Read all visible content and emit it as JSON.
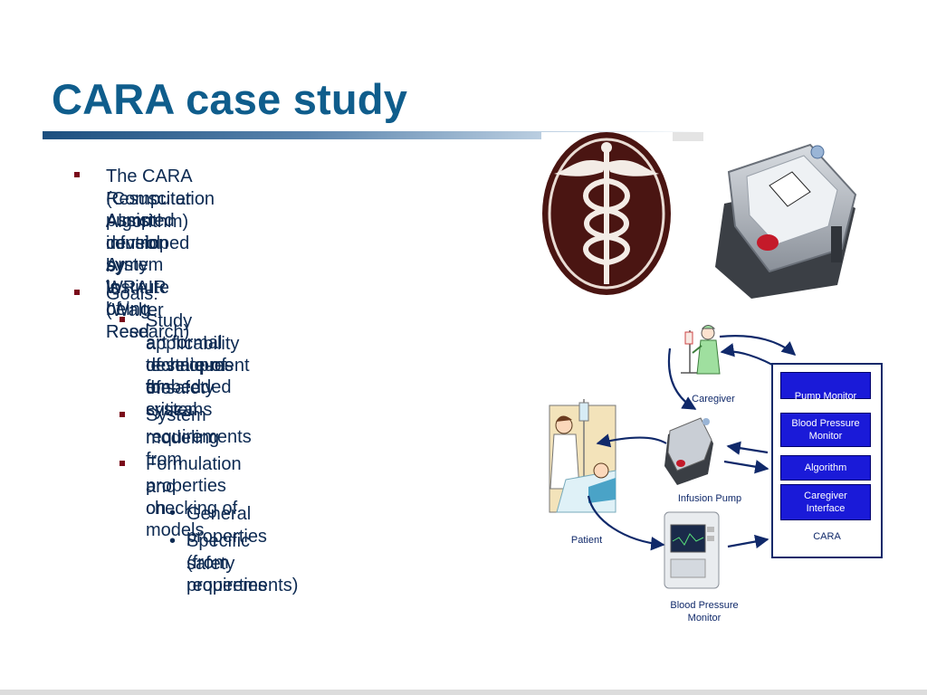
{
  "slide": {
    "title": "CARA case study",
    "bullets": [
      {
        "level": 1,
        "lines": [
          "The CARA (Computer Assisted",
          "Resuscitation Algorithm) infusion",
          "pump control system is being",
          "developed by WRAIR (Walter Reed",
          "Army Institute of Research)"
        ]
      },
      {
        "level": 1,
        "lines": [
          "Goals:"
        ]
      },
      {
        "level": 2,
        "lines": [
          "Study applicability of state-of-the-",
          "art formal techniques for",
          "development of safety critical",
          "embedded systems"
        ]
      },
      {
        "level": 2,
        "lines": [
          "System modeling from",
          "requirements"
        ]
      },
      {
        "level": 2,
        "lines": [
          "Formulation and checking of",
          "properties on models"
        ]
      },
      {
        "level": 3,
        "lines": [
          "General properties"
        ]
      },
      {
        "level": 3,
        "lines": [
          "Specific safety properties",
          "(from requirements)"
        ]
      }
    ]
  },
  "diagram": {
    "caregiver_label": "Caregiver",
    "patient_label": "Patient",
    "infusion_pump_label": "Infusion Pump",
    "bp_monitor_label_lines": [
      "Blood Pressure",
      "Monitor"
    ],
    "cara_label": "CARA",
    "modules": [
      {
        "lines": [
          "Pump Monitor"
        ]
      },
      {
        "lines": [
          "Blood Pressure",
          "Monitor"
        ]
      },
      {
        "lines": [
          "Algorithm"
        ]
      },
      {
        "lines": [
          "Caregiver",
          "Interface"
        ]
      }
    ]
  },
  "colors": {
    "title": "#0f5d8c",
    "body_text": "#0d2a52",
    "bullet_square": "#7a0a1a",
    "module_fill": "#1a1ad8",
    "arrow": "#10296a"
  }
}
